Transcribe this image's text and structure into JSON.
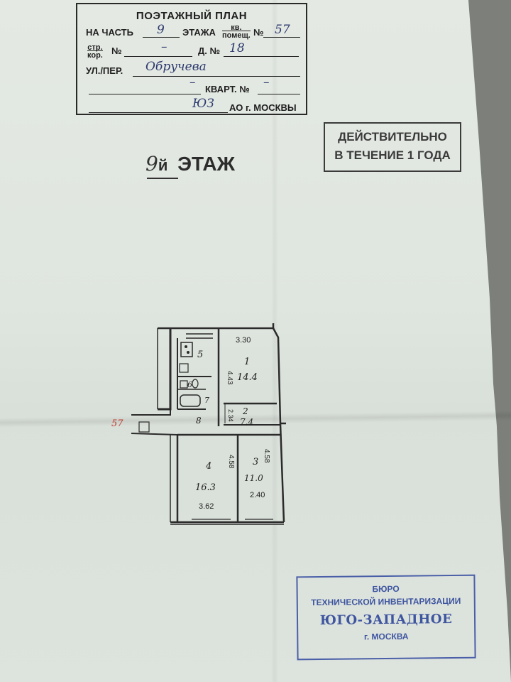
{
  "header": {
    "title": "ПОЭТАЖНЫЙ ПЛАН",
    "part_label": "НА ЧАСТЬ",
    "floor_value": "9",
    "floor_label": "ЭТАЖА",
    "kv_top": "кв.",
    "kv_bottom": "помещ.",
    "no_label": "№",
    "apt_value": "57",
    "str_top": "стр.",
    "str_bottom": "кор.",
    "str_no_label": "№",
    "str_value": "–",
    "house_label": "Д. №",
    "house_value": "18",
    "street_label": "УЛ./ПЕР.",
    "street_value": "Обручева",
    "dash_value": "–",
    "kvart_label": "КВАРТ. №",
    "kvart_value": "–",
    "ao_value": "ЮЗ",
    "ao_label": "АО г. МОСКВЫ"
  },
  "valid_stamp": {
    "line1": "ДЕЙСТВИТЕЛЬНО",
    "line2": "В ТЕЧЕНИЕ 1 ГОДА"
  },
  "floor_heading": {
    "number": "9",
    "suffix": "й",
    "label": "ЭТАЖ"
  },
  "plan": {
    "apartment_mark": "57",
    "rooms": [
      {
        "no": "1",
        "area": "14.4"
      },
      {
        "no": "2",
        "area": "7.4"
      },
      {
        "no": "3",
        "area": "11.0"
      },
      {
        "no": "4",
        "area": "16.3"
      },
      {
        "no": "5",
        "area": ""
      },
      {
        "no": "6",
        "area": ""
      },
      {
        "no": "7",
        "area": ""
      },
      {
        "no": "8",
        "area": ""
      }
    ],
    "dimensions": {
      "top_width": "3.30",
      "room1_depth": "4.43",
      "room2_depth": "2.34",
      "room4_depth": "4.58",
      "room3_depth": "4.58",
      "bottom_left": "3.62",
      "bottom_right": "2.40"
    }
  },
  "bureau_stamp": {
    "line1": "БЮРО",
    "line2": "ТЕХНИЧЕСКОЙ ИНВЕНТАРИЗАЦИИ",
    "line3": "ЮГО-ЗАПАДНОЕ",
    "line4": "г. МОСКВА"
  },
  "colors": {
    "paper": "#e0e6e0",
    "ink": "#1f1f1f",
    "handwriting": "#2d3a6e",
    "stamp_blue": "#3e55a0",
    "mark_red": "#c0392b"
  }
}
